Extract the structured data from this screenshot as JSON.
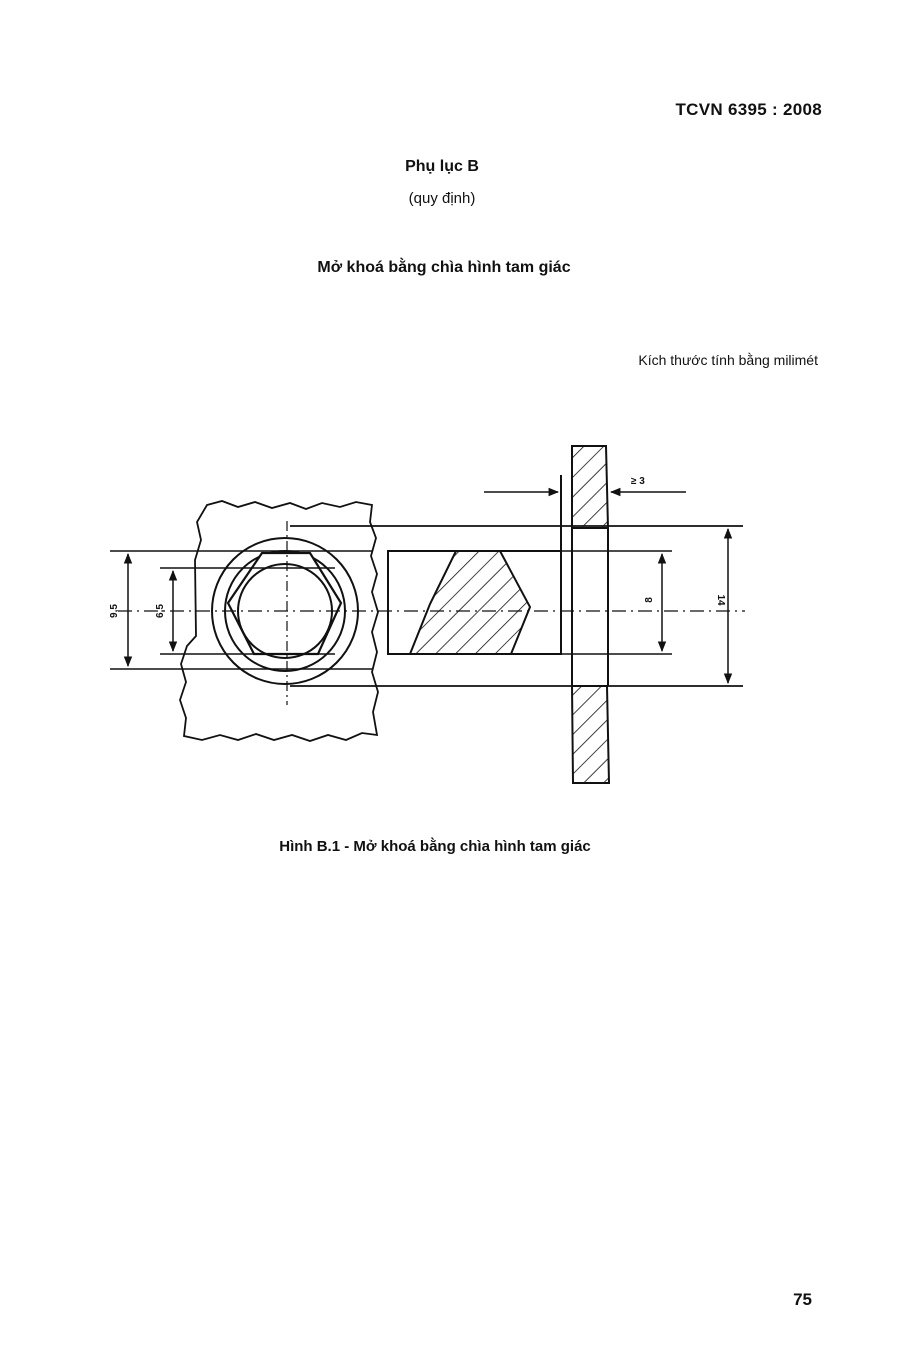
{
  "header": {
    "standard": "TCVN 6395 : 2008"
  },
  "annex": {
    "label": "Phụ lục B",
    "type": "(quy định)"
  },
  "section_title": "Mở khoá bằng chìa hình tam giác",
  "units_note": "Kích thước tính bằng milimét",
  "figure": {
    "dimensions": {
      "d1": "9,5",
      "d2": "6,5",
      "d3": "8",
      "d4": "14",
      "gap": "≥ 3"
    },
    "caption": "Hình B.1 - Mở khoá bằng chìa hình tam giác"
  },
  "footer": {
    "page_number": "75"
  }
}
